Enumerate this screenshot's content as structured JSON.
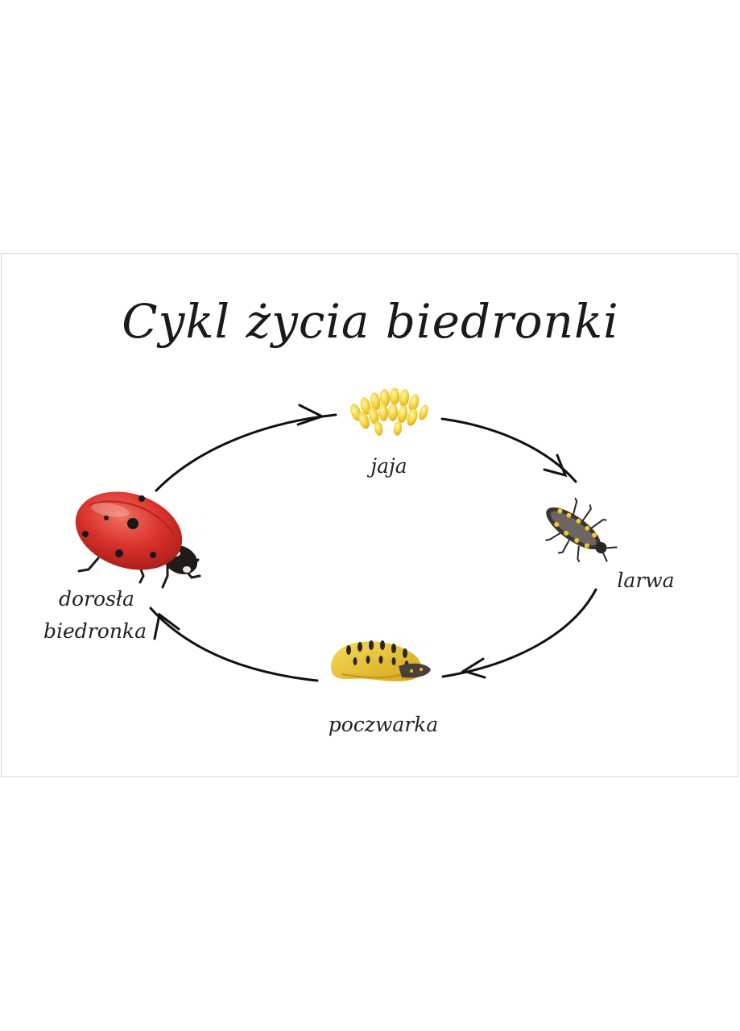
{
  "title": "Cykl życia biedronki",
  "stages": {
    "eggs": {
      "label": "jaja"
    },
    "larva": {
      "label": "larwa"
    },
    "pupa": {
      "label": "poczwarka"
    },
    "adult": {
      "label_line1": "dorosła",
      "label_line2": "biedronka"
    }
  },
  "colors": {
    "ladybug_red": "#d9312b",
    "egg_yellow": "#f2d23a",
    "pupa_yellow": "#e8c42c",
    "larva_dark": "#3b3633",
    "arrow": "#111111"
  }
}
